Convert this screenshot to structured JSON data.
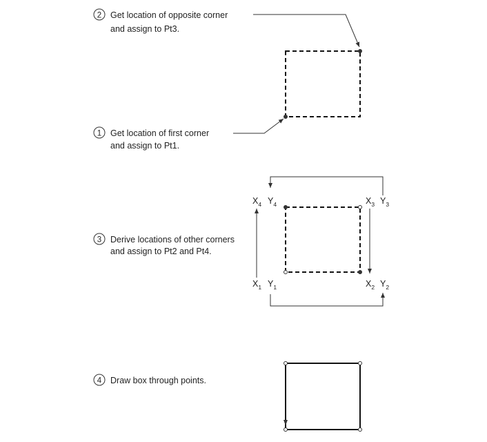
{
  "steps": [
    {
      "number": "2",
      "line1": "Get location of opposite corner",
      "line2": "and assign to Pt3."
    },
    {
      "number": "1",
      "line1": "Get location of first corner",
      "line2": "and assign to Pt1."
    },
    {
      "number": "3",
      "line1": "Derive locations of other corners",
      "line2": "and assign to Pt2 and Pt4."
    },
    {
      "number": "4",
      "line1": "Draw box through points.",
      "line2": ""
    }
  ],
  "corner_labels": {
    "x4": {
      "x": "X",
      "xs": "4",
      "y": "Y",
      "ys": "4"
    },
    "x3": {
      "x": "X",
      "xs": "3",
      "y": "Y",
      "ys": "3"
    },
    "x1": {
      "x": "X",
      "xs": "1",
      "y": "Y",
      "ys": "1"
    },
    "x2": {
      "x": "X",
      "xs": "2",
      "y": "Y",
      "ys": "2"
    }
  }
}
